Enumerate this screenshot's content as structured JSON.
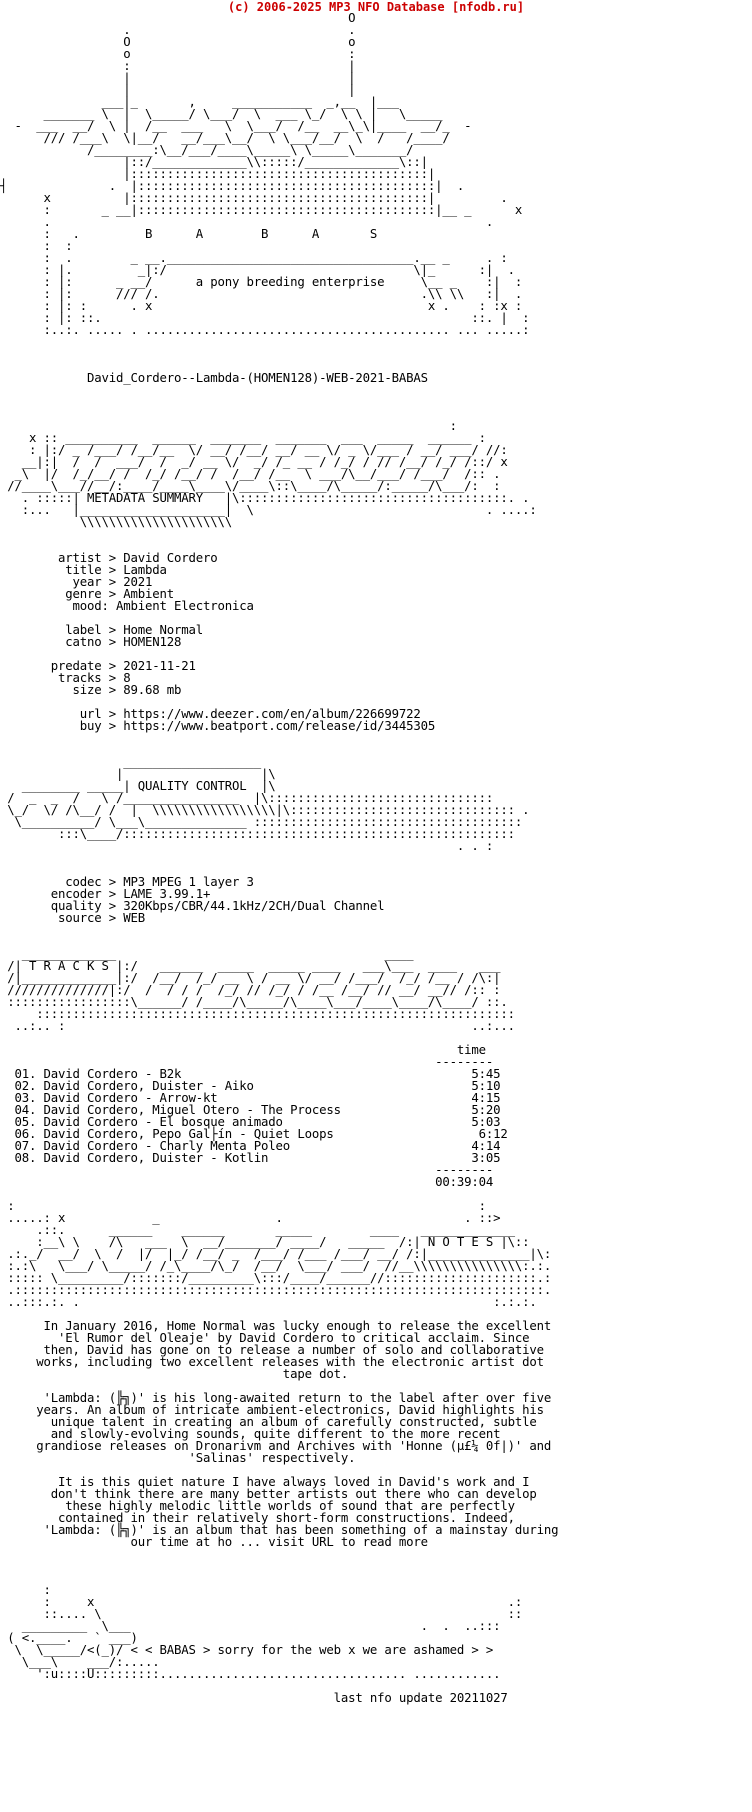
{
  "header": "(c) 2006-2025 MP3 NFO Database [nfodb.ru]",
  "nfo_lines": [
    "                                                O",
    "                 .                              .",
    "                 O                              o",
    "                 o                              :",
    "                 :                              |",
    "                 |                              |",
    "                 |                              |",
    "              ___|_       ,     ___________  _,__  |___",
    "      _______ \\  |  \\_____/ \\___/  \\  ___ \\_/  \\ \\ |   \\_____",
    "  -  ___  __/  \\ |  /__  ___   \\  \\___/  /__  __\\_\\|____  __/_  -",
    "      /// /___\\  \\|__/   __/___\\__/  \\ \\___/__/  \\  /   /____/",
    "            /________:\\__/___/____\\_____\\ \\_____\\_______/",
    "                 |::/_____________\\\\:::::/_____________\\::|",
    "                 |:::::::::::::::::::::::::::::::::::::::::|",
    "┤              .  |:::::::::::::::::::::::::::::::::::::::::|  .",
    "      x          |:::::::::::::::::::::::::::::::::::::::::|         .",
    "      :       _ __|:::::::::::::::::::::::::::::::::::::::::|__ _      x",
    "      .                                                            .",
    "      :   .         B      A        B      A       S",
    "      :  :",
    "      :  .        _ __.__________________________________.__ _     . :",
    "      : |.         _|:/                                  \\|_      :|  .",
    "      : |:      _ __/      a pony breeding enterprise     \\__ _    :|  :",
    "      : |:      /// /.                                    .\\\\ \\\\   :|  .",
    "      : |: :      . x                                      x .    : :x :",
    "      : |: ::.                                                   ::. |  :",
    "      :..:. ..... . .......................................... ... .....:",
    "",
    "",
    "",
    "            David_Cordero--Lambda-(HOMEN128)-WEB-2021-BABAS",
    "",
    "",
    "",
    "                                                              :",
    "    x :: __________  ______  _______  _______  ___  _____  ______ :",
    "    : |:/ _ /___/ /__/__  \\/ __/ /__/ __/ __ \\/ _ \\/___ / __/ ___/ //:",
    "   __|:|  /  /  ___/  /  _/ __ \\/  _/ /_ __ / /_/ / // /__/ /_/ /::/ x",
    "  _\\  |/  /_/__/ /  /_/ /__/ /  /__/ /__  \\ ___/\\__/___/ /___/  /:: .",
    " //____\\___//__/:____/____\\____\\/____\\::\\____/\\_____/:_____/\\___/:  :",
    "   . :::::| METADATA SUMMARY   |\\:::::::::::::::::::::::::::::::::::::. .",
    "   :...   |____________________|  \\                                . ....:",
    "           \\\\\\\\\\\\\\\\\\\\\\\\\\\\\\\\\\\\\\\\\\",
    "",
    "",
    "        artist > David Cordero",
    "         title > Lambda",
    "          year > 2021",
    "         genre > Ambient",
    "          mood: Ambient Electronica",
    "",
    "         label > Home Normal",
    "         catno > HOMEN128",
    "",
    "       predate > 2021-11-21",
    "        tracks > 8",
    "          size > 89.68 mb",
    "",
    "           url > https://www.deezer.com/en/album/226699722",
    "           buy > https://www.beatport.com/release/id/3445305",
    "",
    "",
    "                 ___________________",
    "                |                   |\\",
    "   ________ _____| QUALITY CONTROL  |\\",
    " /  _  _  /   \\ /________________  |\\:::::::::::::::::::::::::::::::",
    " \\_/  \\/ /\\__/ /  |  \\\\\\\\\\\\\\\\\\\\\\\\\\\\\\\\\\|\\::::::::::::::::::::::::::::::: .",
    "  \\__________/ \\___\\______________ :::::::::::::::::::::::::::::::::::::",
    "        :::\\____/::::::::::::::::::::::::::::::::::::::::::::::::::::::",
    "                                                               . . :",
    "",
    "",
    "         codec > MP3 MPEG 1 layer 3",
    "       encoder > LAME 3.99.1+",
    "       quality > 320Kbps/CBR/44.1kHz/2CH/Dual Channel",
    "        source > WEB",
    "",
    "",
    "   _____________                                     ____",
    " /| T R A C K S |:/   ______  _____  _____ ____   ___\\___  ____   ___",
    " /|_____________|:/  /__/  /_/ __ \\ / __ \\/ __/ /___/  /_/ /__ / /\\:|",
    " //////////////|:/  /  / / /  /_/ // /_/ / /__ /__/ // __/ __// /:: :",
    " :::::::::::::::::\\______/ /____/\\_____/\\____\\___/____\\____/\\____/ ::.",
    "     ::::::::::::::::::::::::::::::::::::::::::::::::::::::::::::::::::",
    "  ..:.. :                                                        ..:...",
    "",
    "                                                               time",
    "                                                            --------",
    "  01. David Cordero - B2k                                        5:45",
    "  02. David Cordero, Duister - Aiko                              5:10",
    "  03. David Cordero - Arrow-kt                                   4:15",
    "  04. David Cordero, Miguel Otero - The Process                  5:20",
    "  05. David Cordero - El bosque animado                          5:03",
    "  06. David Cordero, Pepo Gal├ín - Quiet Loops                    6:12",
    "  07. David Cordero - Charly Menta Poleo                         4:14",
    "  08. David Cordero, Duister - Kotlin                            3:05",
    "                                                            --------",
    "                                                            00:39:04",
    "",
    " :                                                                :",
    " .....: x            _                .                         . ::>",
    "     .::.      ______    ______       _____        ____   _____________",
    "     :__\\ \\    /\\   ___  \\  __/_______/ ____/   _____  /:| N O T E S |\\::",
    " .:._/  __/  \\  /  |/  |_/ /__/ _  /___/ /___ /___/ __/ /:|______________|\\:",
    " :.:\\   \\___/ \\_____/ /_\\____/\\_/  /__/  \\___/ ___/  //__\\\\\\\\\\\\\\\\\\\\\\\\\\\\\\:.:.",
    " ::::: \\_________/:::::::/_________\\:::/____/______//:::::::::::::::::::::.:",
    " .:::::::::::::::::::::::::::::::::::::::::::::::::::::::::::::::::::::::::.",
    " ..:::.:. .                                                         :.:.:.",
    "",
    "      In January 2016, Home Normal was lucky enough to release the excellent",
    "        'El Rumor del Oleaje' by David Cordero to critical acclaim. Since",
    "      then, David has gone on to release a number of solo and collaborative",
    "     works, including two excellent releases with the electronic artist dot",
    "                                       tape dot.",
    "",
    "      'Lambda: (╠╗)' is his long-awaited return to the label after over five",
    "     years. An album of intricate ambient-electronics, David highlights his",
    "       unique talent in creating an album of carefully constructed, subtle",
    "       and slowly-evolving sounds, quite different to the more recent",
    "     grandiose releases on Dronarivm and Archives with 'Honne (µ£¼ 0f|)' and",
    "                          'Salinas' respectively.",
    "",
    "        It is this quiet nature I have always loved in David's work and I",
    "       don't think there are many better artists out there who can develop",
    "         these highly melodic little worlds of sound that are perfectly",
    "        contained in their relatively short-form constructions. Indeed,",
    "      'Lambda: (╠╗)' is an album that has been something of a mainstay during",
    "                  our time at ho ... visit URL to read more",
    "",
    "",
    "",
    "      :",
    "      :     x                                                         .:",
    "      ::.... \\                                                        ::",
    "   _________  \\___                                        .  .  ..:::",
    " ( <.____.   ` ___)",
    "  \\  \\_____/<(_)/ < < BABAS > sorry for the web x we are ashamed > >",
    "   \\___\\    ___/:.....",
    "     ':u::::U:::::::::.................................. ............",
    "",
    "                                              last nfo update 20211027"
  ]
}
